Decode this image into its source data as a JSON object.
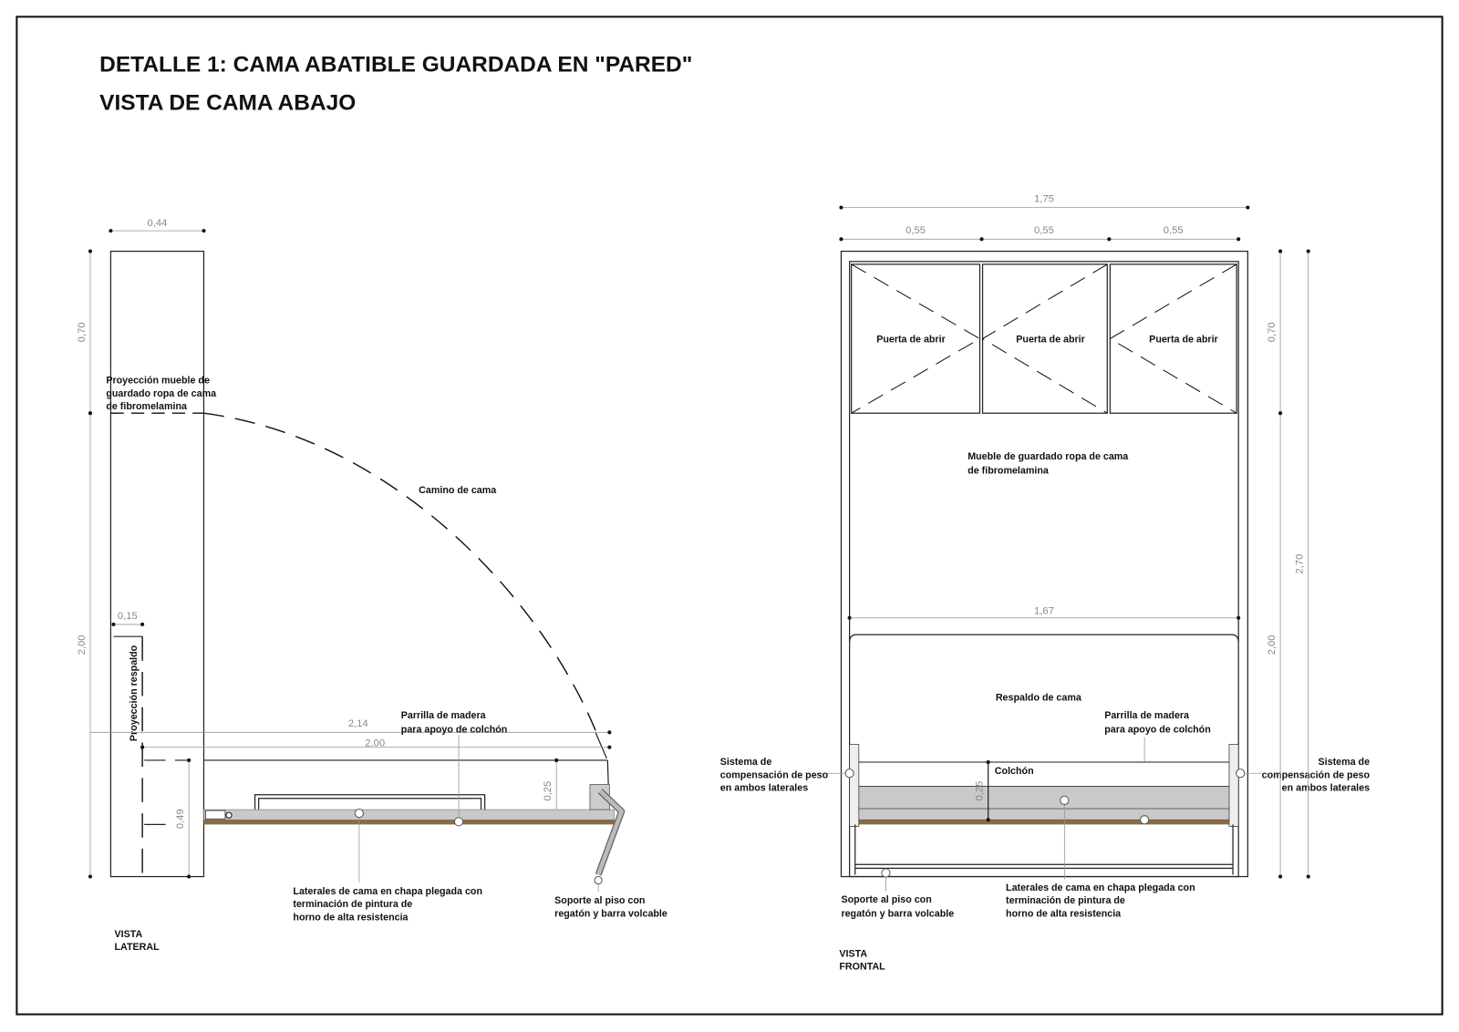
{
  "title": "DETALLE 1: CAMA ABATIBLE GUARDADA EN \"PARED\"",
  "subtitle": "VISTA DE CAMA ABAJO",
  "lateral": {
    "dims": {
      "width_top": "0,44",
      "h_upper": "0,70",
      "h_lower": "2,00",
      "backrest": "0,15",
      "path_len": "2,14",
      "bed_len": "2,00",
      "bed_h": "0,49",
      "frame_h": "0,25"
    },
    "labels": {
      "cabinet": [
        "Proyección mueble de",
        "guardado ropa de cama",
        "de fibromelamina"
      ],
      "path": "Camino de cama",
      "backrest": "Proyección respaldo",
      "slats": [
        "Parrilla de madera",
        "para apoyo de colchón"
      ],
      "sides": [
        "Laterales de cama en chapa plegada con",
        "terminación de pintura de",
        "horno de alta resistencia"
      ],
      "support": [
        "Soporte al piso con",
        "regatón y barra volcable"
      ],
      "view": [
        "VISTA",
        "LATERAL"
      ]
    }
  },
  "frontal": {
    "dims": {
      "total_w": "1,75",
      "door_w": [
        "0,55",
        "0,55",
        "0,55"
      ],
      "inner_w": "1,67",
      "frame_h": "0,25",
      "h_upper": "0,70",
      "h_lower": "2,00",
      "h_total": "2,70"
    },
    "doors": [
      "Puerta de abrir",
      "Puerta de abrir",
      "Puerta de abrir"
    ],
    "labels": {
      "cabinet": [
        "Mueble de guardado ropa de cama",
        "de fibromelamina"
      ],
      "headboard": "Respaldo de cama",
      "slats": [
        "Parrilla de madera",
        "para apoyo de colchón"
      ],
      "mattress": "Colchón",
      "comp_left": [
        "Sistema de",
        "compensación de peso",
        "en ambos laterales"
      ],
      "comp_right": [
        "Sistema de",
        "compensación de peso",
        "en ambos laterales"
      ],
      "support": [
        "Soporte al piso con",
        "regatón y barra volcable"
      ],
      "sides": [
        "Laterales de cama en chapa plegada con",
        "terminación de pintura de",
        "horno de alta resistencia"
      ],
      "view": [
        "VISTA",
        "FRONTAL"
      ]
    }
  },
  "colors": {
    "metal": "#c9c9c9",
    "wood": "#8a6b45",
    "line": "#222222"
  }
}
